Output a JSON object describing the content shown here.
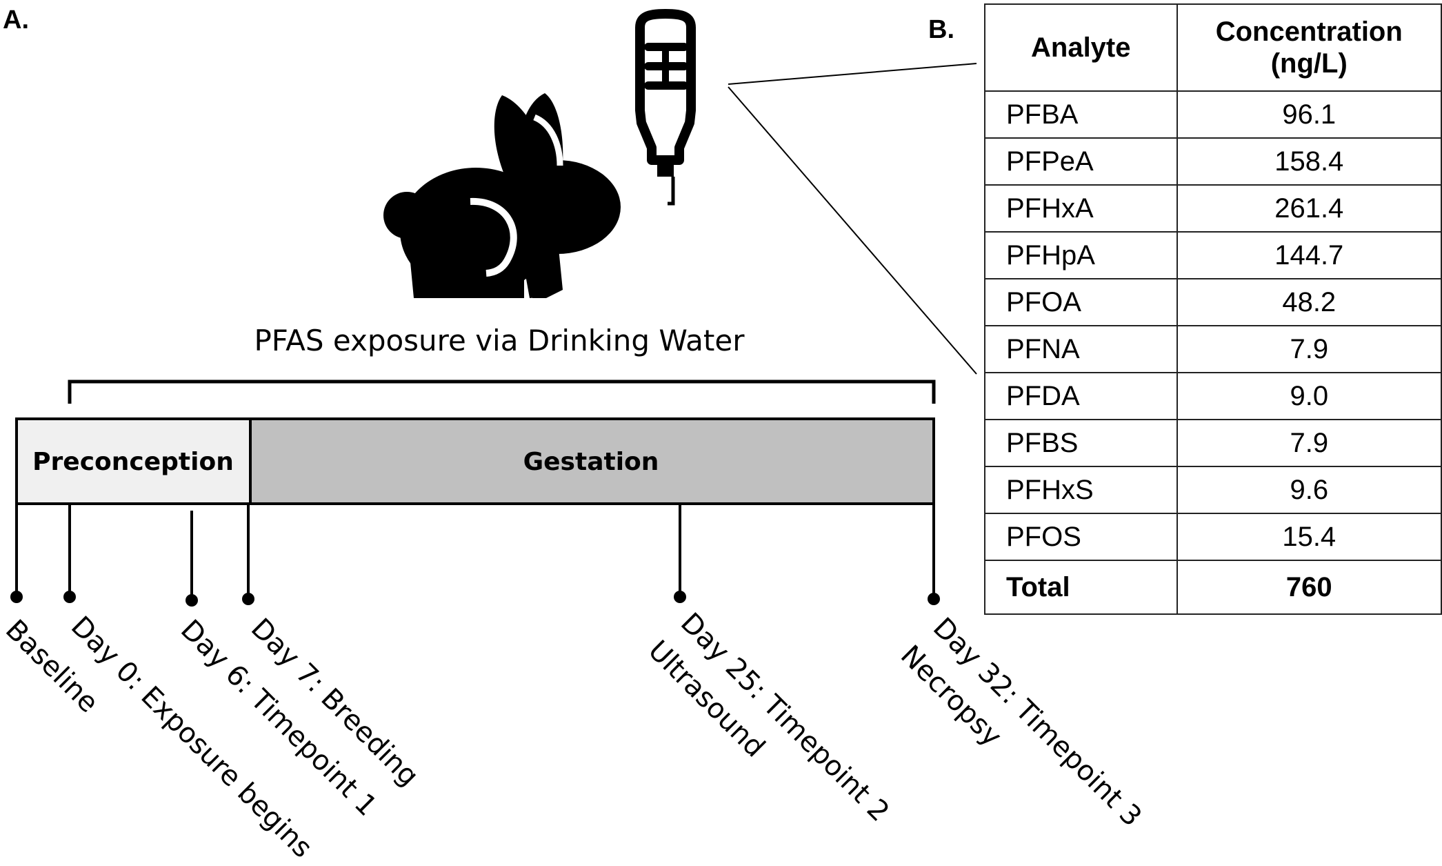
{
  "panel_a_label": "A.",
  "panel_b_label": "B.",
  "exposure_caption": "PFAS exposure via Drinking Water",
  "timeline": {
    "phases": [
      {
        "label": "Preconception",
        "fill": "#f0f0f0"
      },
      {
        "label": "Gestation",
        "fill": "#c0c0c0"
      }
    ],
    "events": [
      {
        "label": "Baseline"
      },
      {
        "label": "Day 0: Exposure begins"
      },
      {
        "label": "Day 6: Timepoint 1"
      },
      {
        "label": "Day 7: Breeding"
      },
      {
        "label": "Day 25: Timepoint 2",
        "label2": "Ultrasound"
      },
      {
        "label": "Day 32: Timepoint 3",
        "label2": "Necropsy"
      }
    ]
  },
  "icons": {
    "animal": "rabbit-icon",
    "bottle": "water-bottle-icon"
  },
  "table": {
    "header_analyte": "Analyte",
    "header_concentration_line1": "Concentration",
    "header_concentration_line2": "(ng/L)",
    "rows": [
      {
        "analyte": "PFBA",
        "value": "96.1"
      },
      {
        "analyte": "PFPeA",
        "value": "158.4"
      },
      {
        "analyte": "PFHxA",
        "value": "261.4"
      },
      {
        "analyte": "PFHpA",
        "value": "144.7"
      },
      {
        "analyte": "PFOA",
        "value": "48.2"
      },
      {
        "analyte": "PFNA",
        "value": "7.9"
      },
      {
        "analyte": "PFDA",
        "value": "9.0"
      },
      {
        "analyte": "PFBS",
        "value": "7.9"
      },
      {
        "analyte": "PFHxS",
        "value": "9.6"
      },
      {
        "analyte": "PFOS",
        "value": "15.4"
      }
    ],
    "total_label": "Total",
    "total_value": "760"
  }
}
